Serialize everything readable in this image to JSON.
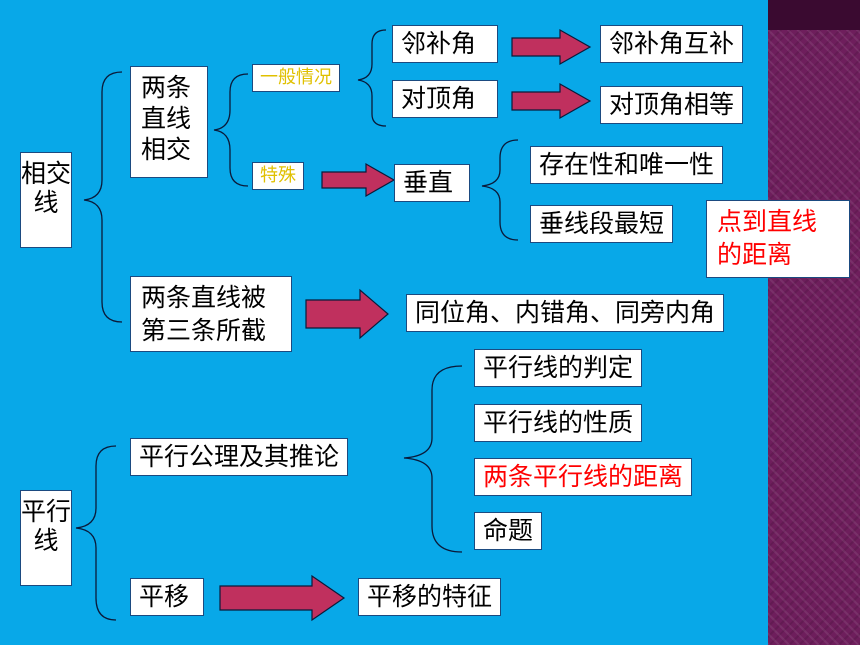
{
  "root_a": "相交线",
  "root_b": "平行线",
  "nodes": {
    "intersect": "两条直线相交",
    "general": "一般情况",
    "special": "特殊",
    "adjacent": "邻补角",
    "adjacent_result": "邻补角互补",
    "vertical": "对顶角",
    "vertical_result": "对顶角相等",
    "perpendicular": "垂直",
    "exist_unique": "存在性和唯一性",
    "shortest": "垂线段最短",
    "point_line_distance": "点到直线的距离",
    "cut": "两条直线被第三条所截",
    "angles": "同位角、内错角、同旁内角",
    "axiom": "平行公理及其推论",
    "judge": "平行线的判定",
    "property": "平行线的性质",
    "parallel_distance": "两条平行线的距离",
    "proposition": "命题",
    "translation": "平移",
    "translation_feature": "平移的特征"
  },
  "colors": {
    "background": "#08a8e8",
    "arrow": "#c0305e",
    "side_stripe": "#6e1e5c",
    "highlight": "#ff0000",
    "small_label": "#e0c000"
  }
}
